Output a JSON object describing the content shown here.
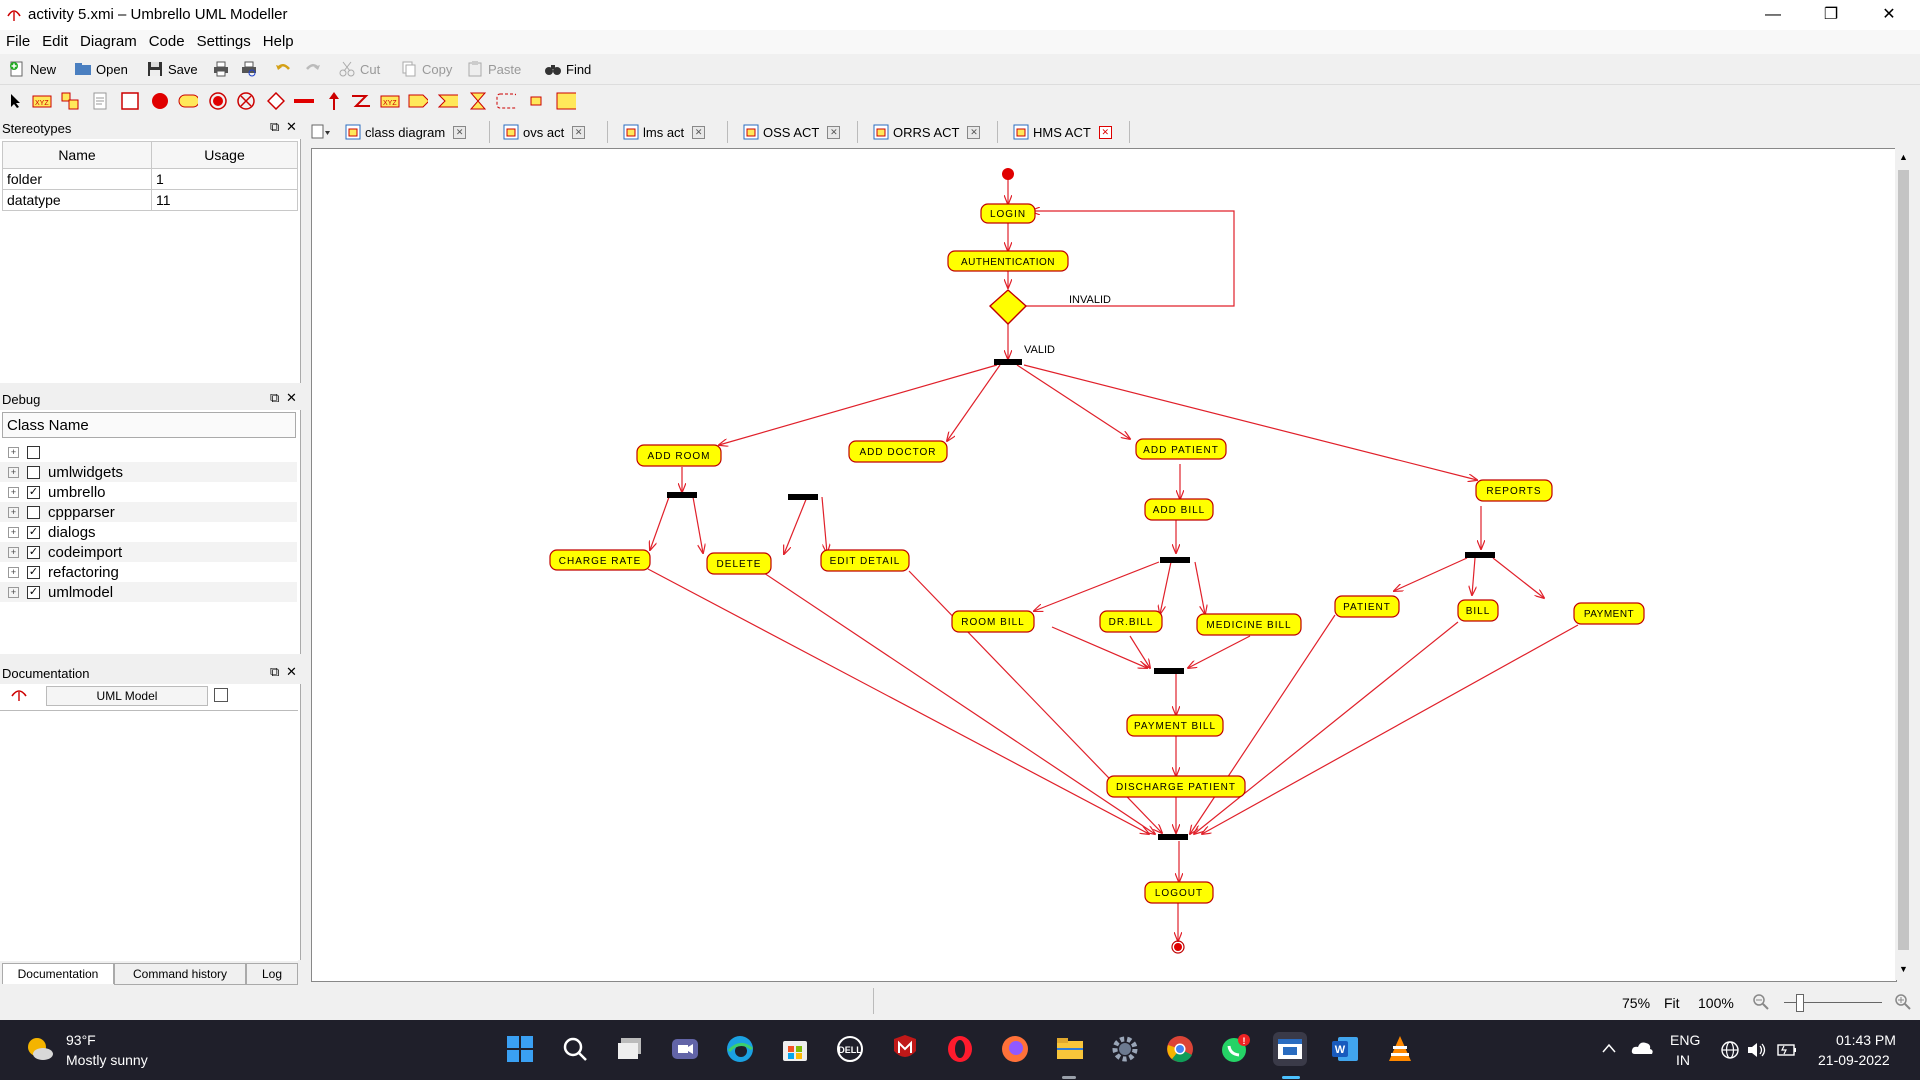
{
  "window": {
    "title": "activity 5.xmi – Umbrello UML Modeller"
  },
  "menu": [
    "File",
    "Edit",
    "Diagram",
    "Code",
    "Settings",
    "Help"
  ],
  "toolbar": {
    "new": "New",
    "open": "Open",
    "save": "Save",
    "cut": "Cut",
    "copy": "Copy",
    "paste": "Paste",
    "find": "Find"
  },
  "stereotypes": {
    "title": "Stereotypes",
    "col_name": "Name",
    "col_usage": "Usage",
    "rows": [
      {
        "name": "folder",
        "usage": "1"
      },
      {
        "name": "datatype",
        "usage": "11"
      }
    ]
  },
  "debug": {
    "title": "Debug",
    "col": "Class Name",
    "rows": [
      {
        "label": "",
        "checked": false
      },
      {
        "label": "umlwidgets",
        "checked": false
      },
      {
        "label": "umbrello",
        "checked": true
      },
      {
        "label": "cppparser",
        "checked": false
      },
      {
        "label": "dialogs",
        "checked": true
      },
      {
        "label": "codeimport",
        "checked": true
      },
      {
        "label": "refactoring",
        "checked": true
      },
      {
        "label": "umlmodel",
        "checked": true
      }
    ]
  },
  "documentation": {
    "title": "Documentation",
    "model": "UML Model"
  },
  "bottom_tabs": [
    "Documentation",
    "Command history",
    "Log"
  ],
  "tabs": [
    "class diagram",
    "ovs act",
    "lms act",
    "OSS ACT",
    "ORRS ACT",
    "HMS ACT"
  ],
  "active_tab": "HMS ACT",
  "diagram": {
    "nodes": {
      "login": "LOGIN",
      "authentication": "AUTHENTICATION",
      "add_room": "ADD ROOM",
      "add_doctor": "ADD DOCTOR",
      "add_patient": "ADD PATIENT",
      "reports": "REPORTS",
      "add_bill": "ADD BILL",
      "charge_rate": "CHARGE RATE",
      "delete": "DELETE",
      "edit_detail": "EDIT DETAIL",
      "room_bill": "ROOM BILL",
      "dr_bill": "DR.BILL",
      "medicine_bill": "MEDICINE BILL",
      "patient": "PATIENT",
      "bill": "BILL",
      "payment": "PAYMENT",
      "payment_bill": "PAYMENT BILL",
      "discharge_patient": "DISCHARGE PATIENT",
      "logout": "LOGOUT"
    },
    "guard_invalid": "INVALID",
    "guard_valid": "VALID"
  },
  "statusbar": {
    "zoom": "75%",
    "fit": "Fit",
    "full": "100%"
  },
  "taskbar": {
    "temp": "93°F",
    "weather": "Mostly sunny",
    "lang1": "ENG",
    "lang2": "IN",
    "time": "01:43 PM",
    "date": "21-09-2022"
  },
  "colors": {
    "node_fill": "#ffff00",
    "node_stroke": "#c00000",
    "edge": "#e0202a",
    "accent": "#0067c0"
  }
}
